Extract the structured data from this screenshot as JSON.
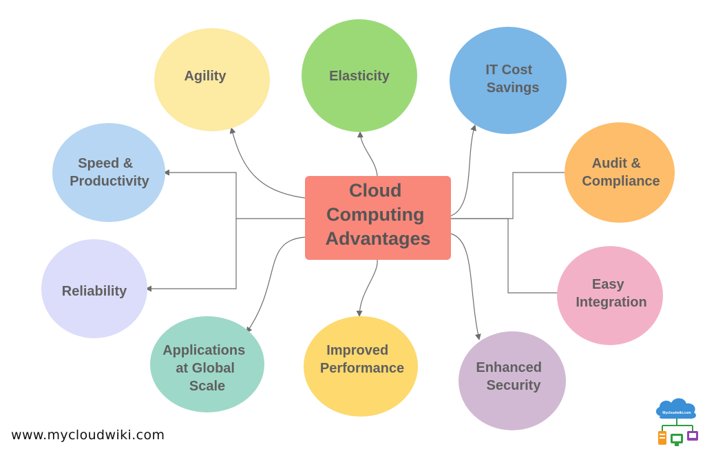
{
  "center": {
    "lines": [
      "Cloud",
      "Computing",
      "Advantages"
    ],
    "color": "#f9877a"
  },
  "nodes": [
    {
      "id": "agility",
      "lines": [
        "Agility"
      ],
      "color": "#fdeaa3"
    },
    {
      "id": "elasticity",
      "lines": [
        "Elasticity"
      ],
      "color": "#9bd977"
    },
    {
      "id": "it-cost-savings",
      "lines": [
        "IT Cost",
        "Savings"
      ],
      "color": "#7ab6e6"
    },
    {
      "id": "speed-productivity",
      "lines": [
        "Speed &",
        "Productivity"
      ],
      "color": "#b6d6f3"
    },
    {
      "id": "audit-compliance",
      "lines": [
        "Audit &",
        "Compliance"
      ],
      "color": "#fdbd6a"
    },
    {
      "id": "reliability",
      "lines": [
        "Reliability"
      ],
      "color": "#dcdcfb"
    },
    {
      "id": "easy-integration",
      "lines": [
        "Easy",
        "Integration"
      ],
      "color": "#f3b1c7"
    },
    {
      "id": "applications-global-scale",
      "lines": [
        "Applications",
        "at Global",
        "Scale"
      ],
      "color": "#9ed8c8"
    },
    {
      "id": "improved-performance",
      "lines": [
        "Improved",
        "Performance"
      ],
      "color": "#fdd96e"
    },
    {
      "id": "enhanced-security",
      "lines": [
        "Enhanced",
        "Security"
      ],
      "color": "#d1b9d3"
    }
  ],
  "footer": {
    "url": "www.mycloudwiki.com",
    "logo_text": "Mycloudwiki.com"
  },
  "colors": {
    "connector": "#6d6d6d",
    "text": "#5f5f5f"
  }
}
